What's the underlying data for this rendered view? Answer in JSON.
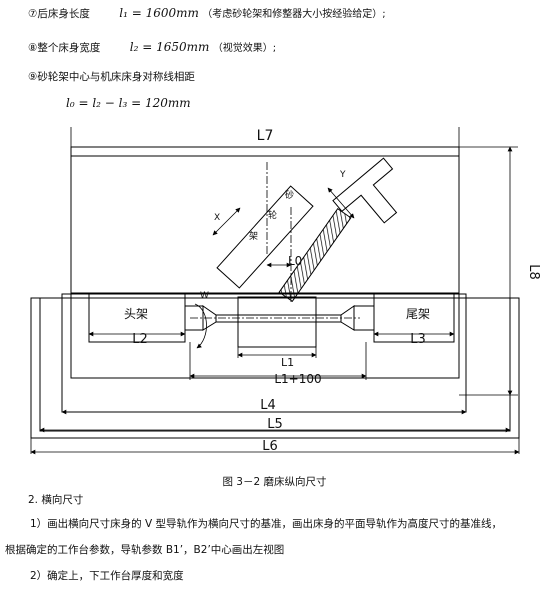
{
  "lines": {
    "l7_prefix": "⑦后床身长度",
    "l7_formula": "l₁ = 1600mm",
    "l7_note": "（考虑砂轮架和修整器大小按经验给定）;",
    "l8_prefix": "⑧整个床身宽度",
    "l8_formula": "l₂ = 1650mm",
    "l8_note": "（视觉效果）;",
    "l9_text": "⑨砂轮架中心与机床床身对称线相距",
    "l0_formula": "l₀ = l₂ − l₃ = 120mm"
  },
  "diagram": {
    "labels": {
      "L7": "L7",
      "L8": "L8",
      "L4": "L4",
      "L5": "L5",
      "L6": "L6",
      "L0": "L0",
      "L1": "L1",
      "L1p100": "L1+100",
      "L2": "L2",
      "L3": "L3",
      "head": "头架",
      "tail": "尾架",
      "wheel_sha": "砂",
      "wheel_lun": "轮",
      "wheel_jia": "架",
      "X": "X",
      "Y": "Y",
      "W": "W"
    }
  },
  "caption": "图 3－2  磨床纵向尺寸",
  "section": {
    "heading": "2. 横向尺寸",
    "p1_line1": "1）画出横向尺寸床身的 V 型导轨作为横向尺寸的基准，画出床身的平面导轨作为高度尺寸的基准线，",
    "p1_line2": "根据确定的工作台参数，导轨参数 B1’，B2’中心画出左视图",
    "p2": "2）确定上，下工作台厚度和宽度"
  }
}
